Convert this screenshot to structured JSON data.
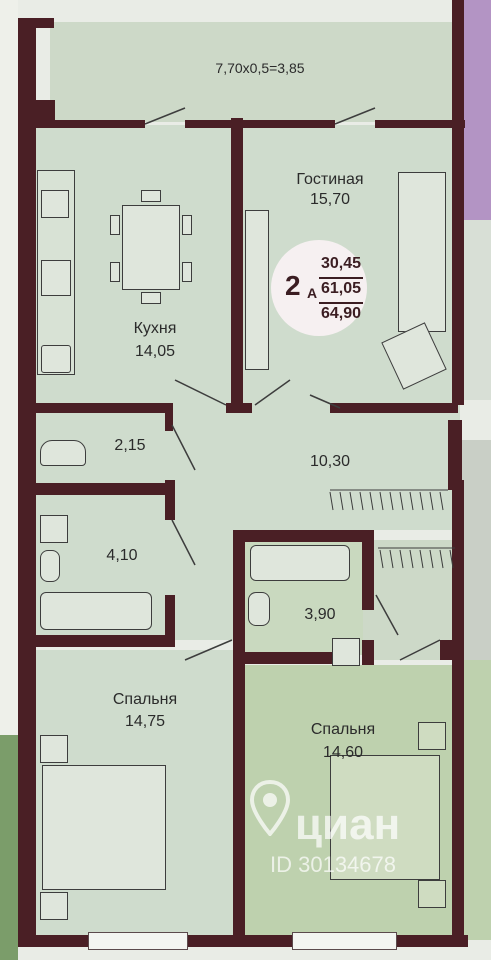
{
  "plan": {
    "balcony": "7,70х0,5=3,85",
    "rooms": {
      "living": {
        "name": "Гостиная",
        "area": "15,70"
      },
      "kitchen": {
        "name": "Кухня",
        "area": "14,05"
      },
      "wc": {
        "area": "2,15"
      },
      "hall": {
        "area": "10,30"
      },
      "bath1": {
        "area": "4,10"
      },
      "bath2": {
        "area": "3,90"
      },
      "bedroom1": {
        "name": "Спальня",
        "area": "14,75"
      },
      "bedroom2": {
        "name": "Спальня",
        "area": "14,60"
      }
    },
    "badge": {
      "type_number": "2",
      "type_letter": "А",
      "living_area": "30,45",
      "total_area": "61,05",
      "total_with_balcony": "64,90"
    },
    "watermark": {
      "brand": "циан",
      "id": "ID 30134678"
    }
  },
  "colors": {
    "wall": "#4a1f25",
    "room_green": "#cfdccd",
    "room_bright_green": "#bed1ae",
    "accent_purple": "#b394c4",
    "background": "#e9ece6",
    "badge": "#f6f0f1"
  }
}
